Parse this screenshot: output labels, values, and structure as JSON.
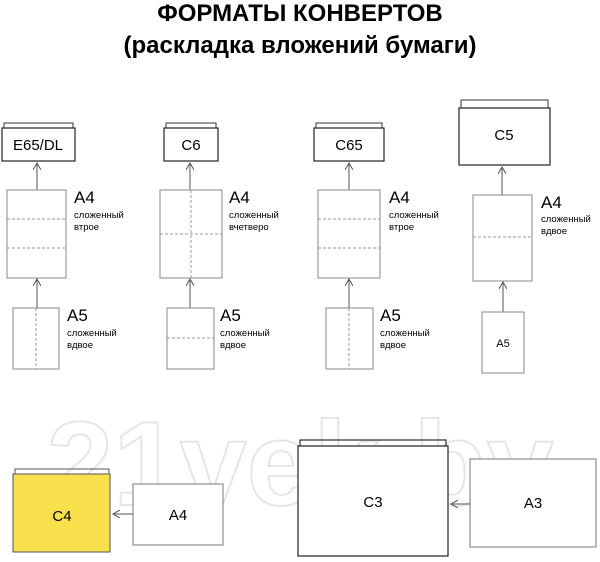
{
  "title": "ФОРМАТЫ КОНВЕРТОВ",
  "subtitle": "(раскладка вложений бумаги)",
  "watermark": "21vek.by",
  "colors": {
    "line": "#555555",
    "dash": "#999999",
    "c4_fill": "#f7e04b"
  },
  "columns": [
    {
      "envelope": "E65/DL",
      "a4": {
        "name": "A4",
        "note": [
          "сложенный",
          "втрое"
        ]
      },
      "a5": {
        "name": "A5",
        "note": [
          "сложенный",
          "вдвое"
        ]
      }
    },
    {
      "envelope": "C6",
      "a4": {
        "name": "A4",
        "note": [
          "сложенный",
          "вчетверо"
        ]
      },
      "a5": {
        "name": "A5",
        "note": [
          "сложенный",
          "вдвое"
        ]
      }
    },
    {
      "envelope": "C65",
      "a4": {
        "name": "A4",
        "note": [
          "сложенный",
          "втрое"
        ]
      },
      "a5": {
        "name": "A5",
        "note": [
          "сложенный",
          "вдвое"
        ]
      }
    },
    {
      "envelope": "C5",
      "a4": {
        "name": "A4",
        "note": [
          "сложенный",
          "вдвое"
        ]
      },
      "a5": {
        "name": "A5",
        "note": []
      }
    }
  ],
  "bottom": {
    "c4": "C4",
    "a4": "A4",
    "c3": "C3",
    "a3": "A3"
  }
}
